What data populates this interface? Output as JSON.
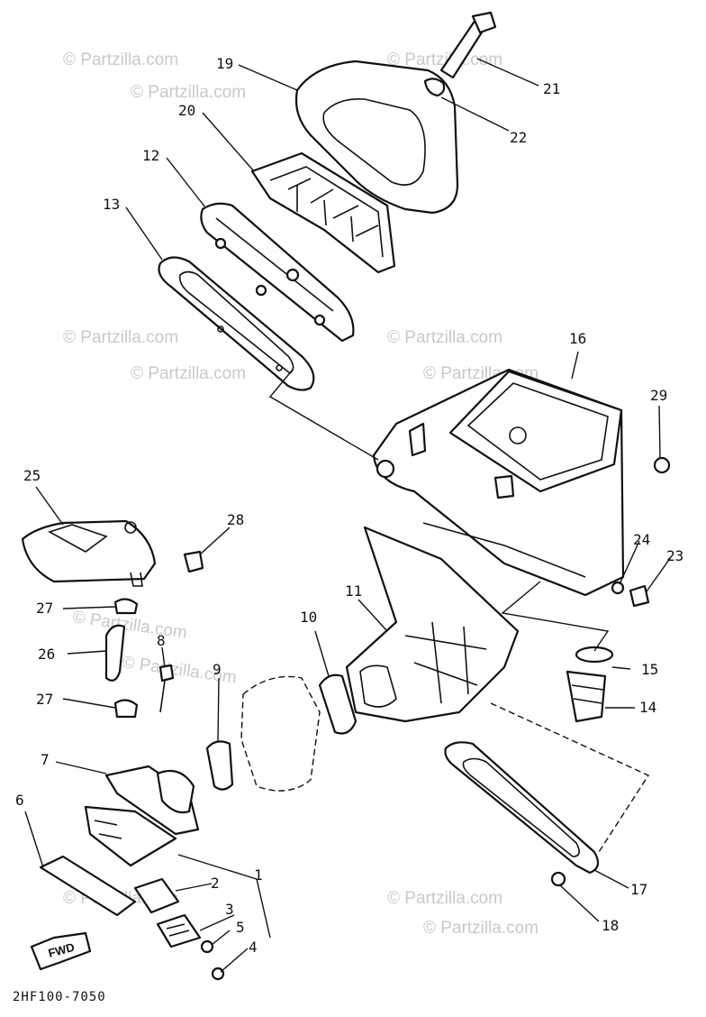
{
  "diagram_code": "2HF100-7050",
  "watermark": "© Partzilla.com",
  "fwd_label": "FWD",
  "callouts": {
    "c1": "1",
    "c2": "2",
    "c3": "3",
    "c4": "4",
    "c5": "5",
    "c6": "6",
    "c7": "7",
    "c8": "8",
    "c9": "9",
    "c10": "10",
    "c11": "11",
    "c12": "12",
    "c13": "13",
    "c14": "14",
    "c15": "15",
    "c16": "16",
    "c17": "17",
    "c18": "18",
    "c19": "19",
    "c20": "20",
    "c21": "21",
    "c22": "22",
    "c23": "23",
    "c24": "24",
    "c25": "25",
    "c26": "26",
    "c27a": "27",
    "c27b": "27",
    "c28": "28",
    "c29": "29"
  }
}
